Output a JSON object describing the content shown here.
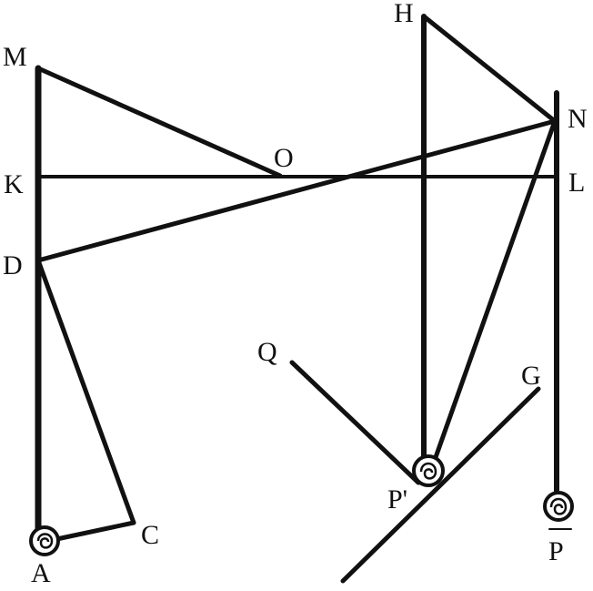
{
  "diagram": {
    "labels": {
      "H": "H",
      "M": "M",
      "N": "N",
      "O": "O",
      "K": "K",
      "L": "L",
      "D": "D",
      "Q": "Q",
      "G": "G",
      "P_prime": "P'",
      "C": "C",
      "A": "A",
      "P_bar": "P"
    },
    "colors": {
      "ink": "#111111",
      "background": "#ffffff"
    }
  }
}
